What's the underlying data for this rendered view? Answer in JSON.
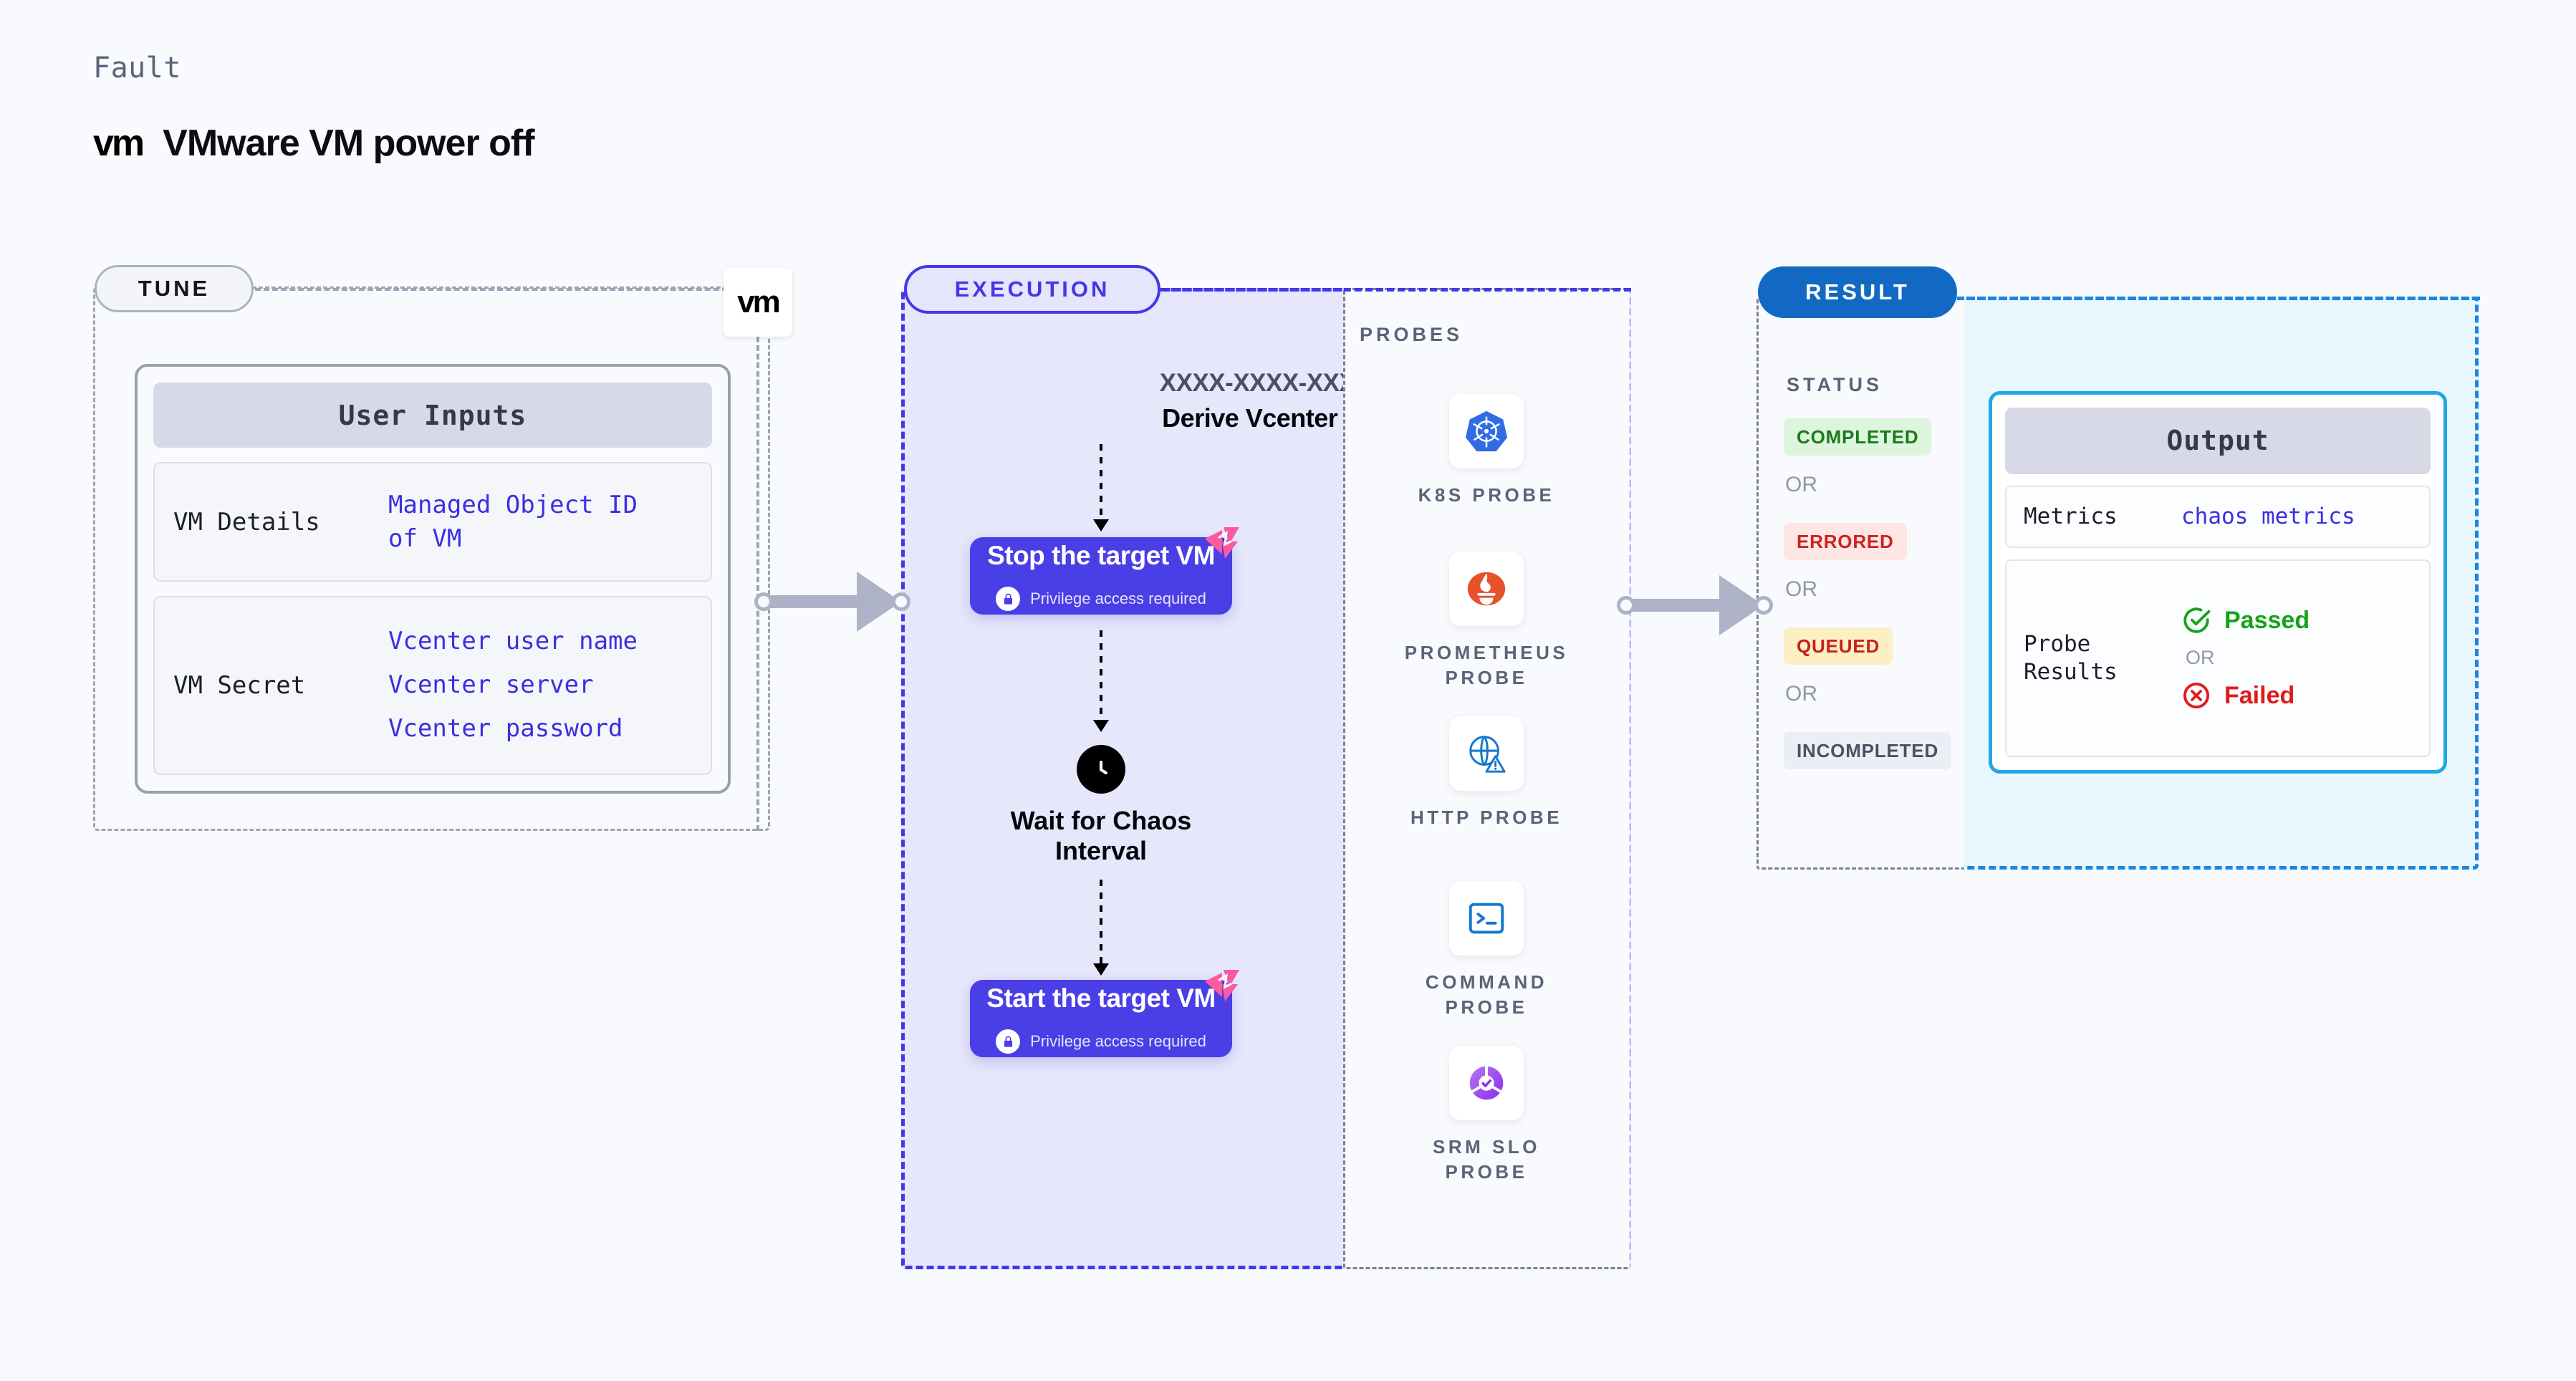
{
  "header": {
    "kicker": "Fault",
    "logo_text": "vm",
    "title": "VMware VM power off"
  },
  "tune": {
    "pill_label": "TUNE",
    "badge_logo": "vm",
    "card_header": "User Inputs",
    "rows": [
      {
        "label": "VM Details",
        "values": [
          "Managed Object ID",
          "of VM"
        ]
      },
      {
        "label": "VM Secret",
        "values": [
          "Vcenter user name",
          "Vcenter server",
          "Vcenter password"
        ]
      }
    ]
  },
  "execution": {
    "pill_label": "EXECUTION",
    "derive_id": "XXXX-XXXX-XXXX",
    "derive_label": "Derive Vcenter ID",
    "nodes": [
      {
        "title": "Stop the target VM",
        "sub": "Privilege access required"
      },
      {
        "title": "Start the target VM",
        "sub": "Privilege access required"
      }
    ],
    "wait": {
      "label_line1": "Wait for Chaos",
      "label_line2": "Interval"
    }
  },
  "probes": {
    "title": "PROBES",
    "items": [
      {
        "icon": "kubernetes-icon",
        "label": "K8S PROBE"
      },
      {
        "icon": "prometheus-icon",
        "label": "PROMETHEUS\nPROBE"
      },
      {
        "icon": "http-globe-icon",
        "label": "HTTP PROBE"
      },
      {
        "icon": "terminal-icon",
        "label": "COMMAND\nPROBE"
      },
      {
        "icon": "srm-slo-icon",
        "label": "SRM SLO\nPROBE"
      }
    ]
  },
  "result": {
    "pill_label": "RESULT",
    "status_title": "STATUS",
    "or_label": "OR",
    "statuses": [
      {
        "label": "COMPLETED",
        "bg": "#dcf5dc",
        "color": "#1b7a1b"
      },
      {
        "label": "ERRORED",
        "bg": "#fde6e4",
        "color": "#cf2121"
      },
      {
        "label": "QUEUED",
        "bg": "#fdefc4",
        "color": "#c72020"
      },
      {
        "label": "INCOMPLETED",
        "bg": "#eceef5",
        "color": "#4b5162"
      }
    ],
    "output": {
      "header": "Output",
      "metrics_label": "Metrics",
      "metrics_value": "chaos metrics",
      "probe_results_label": "Probe\nResults",
      "passed_label": "Passed",
      "or_label": "OR",
      "failed_label": "Failed"
    }
  },
  "colors": {
    "canvas_bg": "#f8fafd",
    "execution_accent": "#4338e8",
    "execution_bg": "#e6e7fb",
    "node_fill": "#4a3ee6",
    "result_accent": "#1169c4",
    "output_accent": "#1fa8e6",
    "output_bg": "#e8f7fd",
    "link_text": "#3b2fe0",
    "connector_grey": "#aeb2c6"
  }
}
